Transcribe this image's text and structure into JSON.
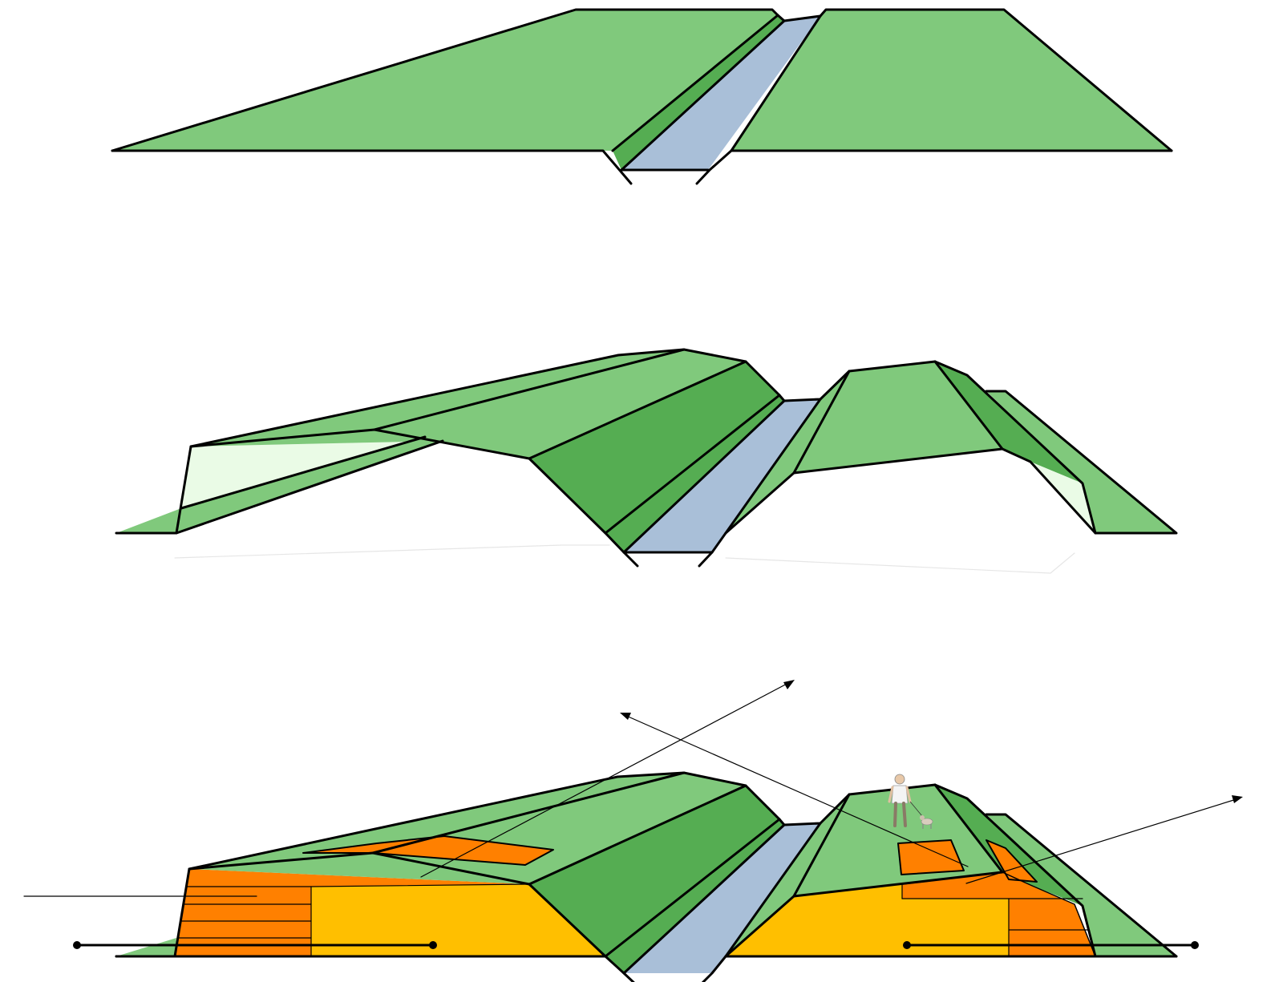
{
  "diagram": {
    "panels": [
      {
        "id": "existing-dike-section"
      },
      {
        "id": "reshaped-dike-section"
      },
      {
        "id": "dike-with-buildings-section"
      }
    ]
  },
  "colors": {
    "grass_light": "#80C97C",
    "grass_dark": "#55AD52",
    "water": "#A9BFD8",
    "building_orange": "#FF8000",
    "building_yellow": "#FFBF00",
    "void_pale": "#EAFBE6",
    "outline": "#000000"
  },
  "icons": {
    "person": "person-walking-dog-icon",
    "dog": "dog-icon"
  }
}
